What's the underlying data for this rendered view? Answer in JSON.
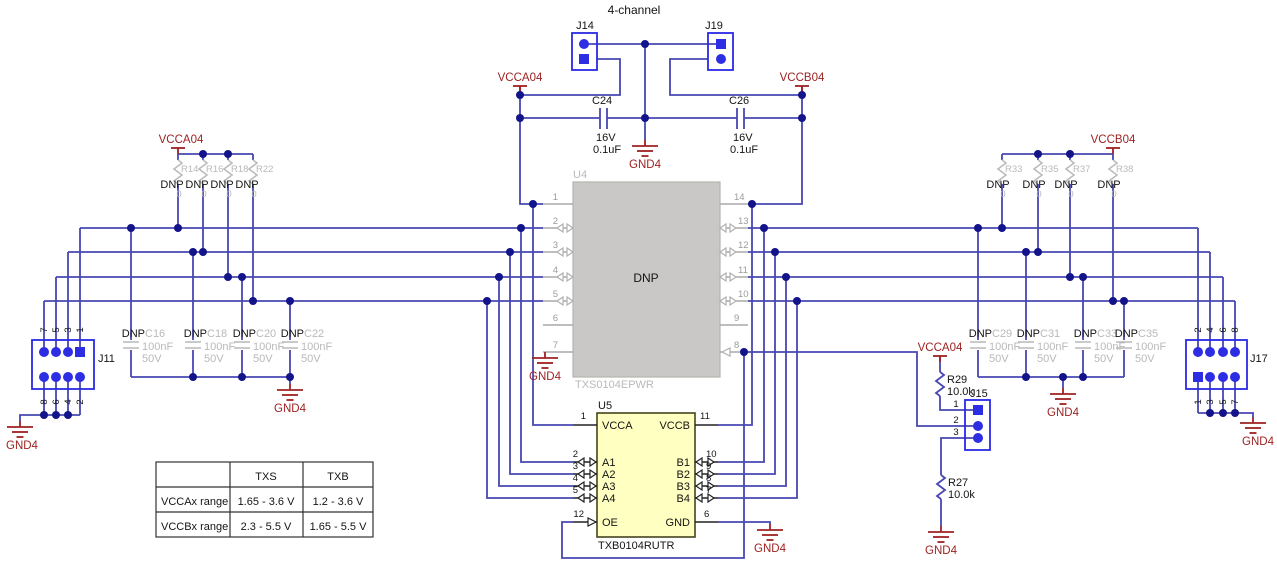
{
  "title": "4-channel",
  "labels": {
    "vcca": "VCCA04",
    "vccb": "VCCB04",
    "gnd": "GND4",
    "dnp": "DNP"
  },
  "j14": {
    "ref": "J14"
  },
  "j19": {
    "ref": "J19"
  },
  "j11": {
    "ref": "J11",
    "top": [
      "7",
      "5",
      "3",
      "1"
    ],
    "bottom": [
      "8",
      "6",
      "4",
      "2"
    ]
  },
  "j17": {
    "ref": "J17",
    "top": [
      "2",
      "4",
      "6",
      "8"
    ],
    "bottom": [
      "1",
      "3",
      "5",
      "7"
    ]
  },
  "j15": {
    "ref": "J15",
    "pins": [
      "1",
      "2",
      "3"
    ]
  },
  "u4": {
    "ref": "U4",
    "part": "TXS0104EPWR",
    "fill_label": "DNP",
    "left_nums": [
      "1",
      "2",
      "3",
      "4",
      "5",
      "6",
      "7"
    ],
    "right_nums": [
      "14",
      "13",
      "12",
      "11",
      "10",
      "9",
      "8"
    ]
  },
  "u5": {
    "ref": "U5",
    "part": "TXB0104RUTR",
    "left": [
      {
        "n": "1",
        "name": "VCCA"
      },
      {
        "n": "2",
        "name": "A1"
      },
      {
        "n": "3",
        "name": "A2"
      },
      {
        "n": "4",
        "name": "A3"
      },
      {
        "n": "5",
        "name": "A4"
      },
      {
        "n": "12",
        "name": "OE"
      }
    ],
    "right": [
      {
        "n": "11",
        "name": "VCCB"
      },
      {
        "n": "10",
        "name": "B1"
      },
      {
        "n": "9",
        "name": "B2"
      },
      {
        "n": "8",
        "name": "B3"
      },
      {
        "n": "7",
        "name": "B4"
      },
      {
        "n": "6",
        "name": "GND"
      }
    ]
  },
  "top_caps": [
    {
      "ref": "C24",
      "v": "16V",
      "c": "0.1uF"
    },
    {
      "ref": "C26",
      "v": "16V",
      "c": "0.1uF"
    }
  ],
  "pull_resistors": {
    "left": [
      {
        "ref": "R14",
        "val": "0"
      },
      {
        "ref": "R16",
        "val": "0"
      },
      {
        "ref": "R18",
        "val": "0"
      },
      {
        "ref": "R22",
        "val": "0"
      }
    ],
    "right": [
      {
        "ref": "R33",
        "val": "0"
      },
      {
        "ref": "R35",
        "val": "0"
      },
      {
        "ref": "R37",
        "val": "0"
      },
      {
        "ref": "R38",
        "val": "0"
      }
    ]
  },
  "filter_caps": {
    "left": [
      {
        "ref": "C16",
        "val": "100nF",
        "volt": "50V"
      },
      {
        "ref": "C18",
        "val": "100nF",
        "volt": "50V"
      },
      {
        "ref": "C20",
        "val": "100nF",
        "volt": "50V"
      },
      {
        "ref": "C22",
        "val": "100nF",
        "volt": "50V"
      }
    ],
    "right": [
      {
        "ref": "C29",
        "val": "100nF",
        "volt": "50V"
      },
      {
        "ref": "C31",
        "val": "100nF",
        "volt": "50V"
      },
      {
        "ref": "C33",
        "val": "100nF",
        "volt": "50V"
      },
      {
        "ref": "C35",
        "val": "100nF",
        "volt": "50V"
      }
    ]
  },
  "r29": {
    "ref": "R29",
    "val": "10.0k"
  },
  "r27": {
    "ref": "R27",
    "val": "10.0k"
  },
  "table": {
    "headers": [
      "",
      "TXS",
      "TXB"
    ],
    "rows": [
      [
        "VCCAx range",
        "1.65 - 3.6 V",
        "1.2 - 3.6 V"
      ],
      [
        "VCCBx range",
        "2.3 - 5.5 V",
        "1.65 - 5.5 V"
      ]
    ]
  }
}
